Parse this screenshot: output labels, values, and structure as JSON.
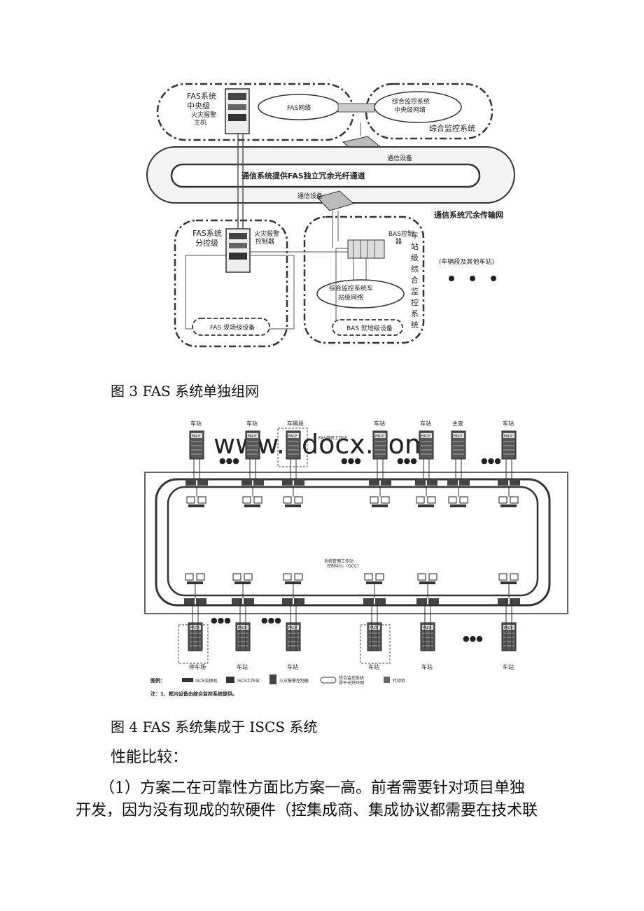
{
  "figure3": {
    "fas_central": "FAS系统\n中央级",
    "fire_host": "火灾报警\n主机",
    "fas_network": "FAS网络",
    "iscs_central_net": "综合监控系统\n中央级网络",
    "iscs": "综合监控系统",
    "comm_device": "通信设备",
    "fiber_channel": "通信系统提供FAS独立冗余光纤通道",
    "comm_device2": "通信设备",
    "redundant_net": "通信系统冗余传输网",
    "fas_sub": "FAS系统\n分控级",
    "fire_ctrl": "火灾报警\n控制器",
    "bas_ctrl": "BAS控制\n器",
    "station_iscs": "车站级综合监控系统",
    "station_net": "综合监控系统车\n站级网络",
    "depot": "(车辆段及其他车站)",
    "fas_field": "FAS 现场级设备",
    "bas_field": "BAS 就地级设备"
  },
  "caption3": "图 3 FAS 系统单独组网",
  "figure4": {
    "top_labels": [
      "车站",
      "车站",
      "车辆段",
      "车站",
      "车站",
      "主变",
      "车站"
    ],
    "bottom_labels": [
      "停车场",
      "车站",
      "车站",
      "车站",
      "车站",
      "车站"
    ],
    "facp": "FACP",
    "depot_ws": "FAS维修工作站",
    "occ": "系统管理工作站\n控制中心（OCC）",
    "dots": "●●●",
    "legend_title": "图例：",
    "legend_switch": "ISCS交换机",
    "legend_ws": "ISCS工作站",
    "legend_facp": "火灾报警控制器",
    "legend_ring": "综合监控系统\n骨干光纤环网",
    "legend_printer": "打印机",
    "note": "注：1、框内设备由综合监控系统提供。",
    "watermark": "www.bdocx.com"
  },
  "caption4": "图 4 FAS 系统集成于 ISCS 系统",
  "heading": "性能比较：",
  "para1_line1": "（1）方案二在可靠性方面比方案一高。前者需要针对项目单独",
  "para1_line2": "开发，因为没有现成的软硬件（控集成商、集成协议都需要在技术联"
}
